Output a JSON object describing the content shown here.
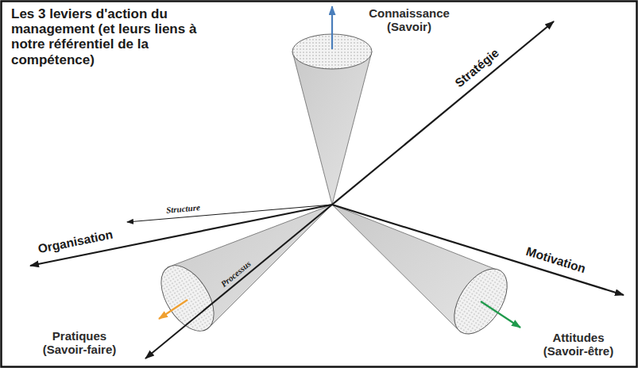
{
  "diagram": {
    "title": "Les 3 leviers d'action du management (et leurs liens à notre référentiel de la compétence)",
    "labels": [
      "Connaissance (Savoir)",
      "Stratégie",
      "Structure",
      "Organisation",
      "Motivation",
      "Processus",
      "Pratiques (Savoir-faire)",
      "Attitudes (Savoir-être)"
    ]
  }
}
